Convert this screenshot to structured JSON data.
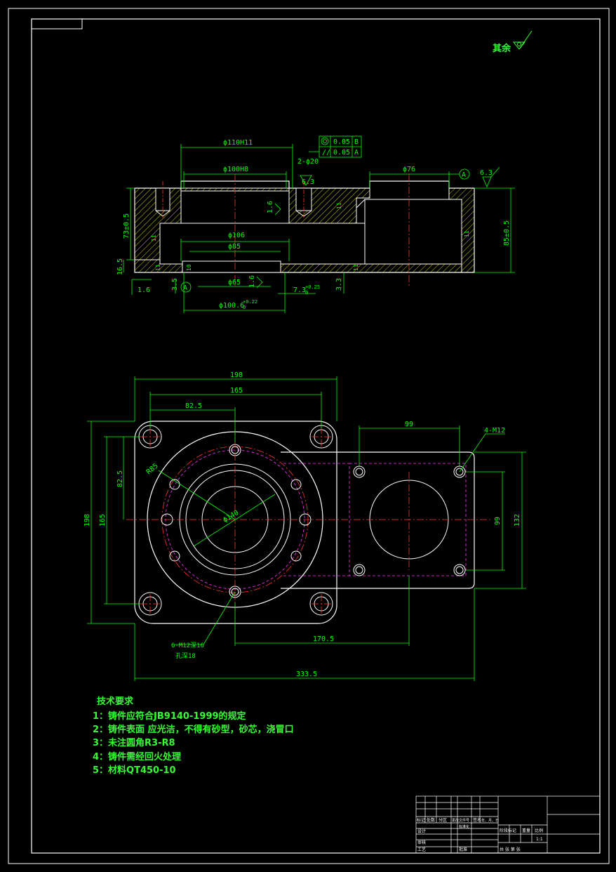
{
  "roughness_note": {
    "label": "其余"
  },
  "section_view": {
    "dims": {
      "d110": "ϕ110H11",
      "d100": "ϕ100H8",
      "d20": "2-ϕ20",
      "d76": "ϕ76",
      "ra63a": "6.3",
      "ra63b": "6.3",
      "ra16a": "1.6",
      "ra16b": "1.6",
      "ra16c": "1.6",
      "h73": "73±0.5",
      "h85": "85±0.5",
      "h165": "16.5",
      "d106": "ϕ106",
      "d85": "ϕ85",
      "d65": "ϕ65",
      "d1006": "ϕ100.6",
      "d1006tol": "+0.22",
      "d1006tol2": "0",
      "w73": "7.3",
      "w73tol": "+0.25",
      "w73tol2": "0",
      "t35": "3.5",
      "t33": "3.3",
      "t11a": "11",
      "t11b": "11",
      "t11c": "11",
      "t11d": "11",
      "t11e": "11",
      "t10": "10"
    },
    "tolerance_frame": {
      "row1": {
        "value": "0.05",
        "datum": "B"
      },
      "row2": {
        "value": "0.05",
        "datum": "A"
      }
    },
    "datum_a": "A"
  },
  "plan_view": {
    "dims": {
      "w198": "198",
      "w165": "165",
      "w825": "82.5",
      "w99": "99",
      "m12": "4-M12",
      "r85": "R85",
      "d140": "ϕ140",
      "h825": "82.5",
      "h198": "198",
      "h165": "165",
      "h99": "99",
      "h132": "132",
      "w1705": "170.5",
      "w3335": "333.5",
      "m12b_line1": "6-M12深16",
      "m12b_line2": "孔深18"
    }
  },
  "tech_requirements": {
    "title": "技术要求",
    "items": [
      "1：铸件应符合JB9140-1999的规定",
      "2：铸件表面  应光洁，不得有砂型，砂芯，浇冒口",
      "3：未注圆角R3-R8",
      "4：铸件需经回火处理",
      "5：材料QT450-10"
    ]
  },
  "title_block": {
    "row_labels": [
      "标记",
      "处数",
      "分区",
      "更改文件号",
      "签名",
      "年、月、日"
    ],
    "design": "设计",
    "standard": "标准化",
    "review": "审核",
    "process": "工艺",
    "approve": "批准",
    "stage": "阶段标记",
    "weight": "重量",
    "scale": "比例",
    "scale_value": "1:1",
    "sheets": "共   张   第   张"
  }
}
